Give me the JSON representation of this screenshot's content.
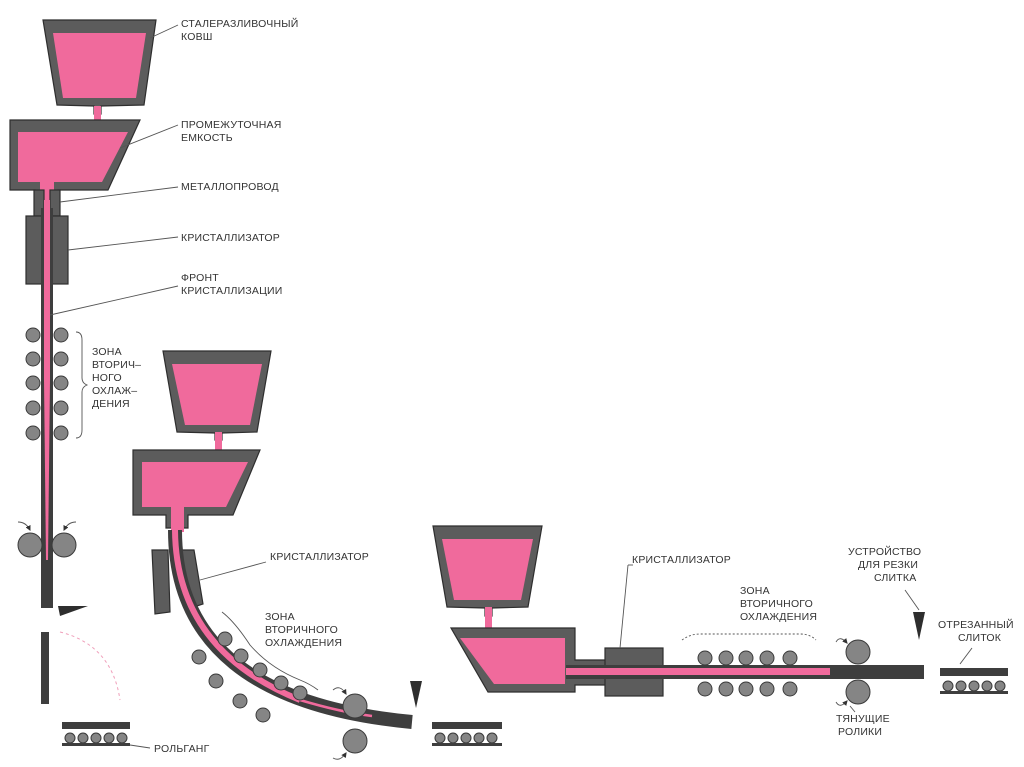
{
  "colors": {
    "molten_metal": "#f06a9c",
    "steel": "#5c5c5c",
    "roller": "#858585",
    "label_text": "#333333"
  },
  "labels": {
    "ladle": [
      "СТАЛЕРАЗЛИВОЧНЫЙ",
      "КОВШ"
    ],
    "tundish": [
      "ПРОМЕЖУТОЧНАЯ",
      "ЕМКОСТЬ"
    ],
    "metal_pipe": "МЕТАЛЛОПРОВОД",
    "crystallizer": "КРИСТАЛЛИЗАТОР",
    "solidification_front": [
      "ФРОНТ",
      "КРИСТАЛЛИЗАЦИИ"
    ],
    "secondary_cooling_vertical": [
      "ЗОНА",
      "ВТОРИЧ–",
      "НОГО",
      "ОХЛАЖ–",
      "ДЕНИЯ"
    ],
    "roller_table": "РОЛЬГАНГ",
    "crystallizer_curved": "КРИСТАЛЛИЗАТОР",
    "secondary_cooling_curved": [
      "ЗОНА",
      "ВТОРИЧНОГО",
      "ОХЛАЖДЕНИЯ"
    ],
    "crystallizer_horizontal": "КРИСТАЛЛИЗАТОР",
    "secondary_cooling_horizontal": [
      "ЗОНА",
      "ВТОРИЧНОГО",
      "ОХЛАЖДЕНИЯ"
    ],
    "cutting_device": [
      "УСТРОЙСТВО",
      "ДЛЯ РЕЗКИ",
      "СЛИТКА"
    ],
    "cut_ingot": [
      "ОТРЕЗАННЫЙ",
      "СЛИТОК"
    ],
    "pulling_rolls": [
      "ТЯНУЩИЕ",
      "РОЛИКИ"
    ]
  }
}
